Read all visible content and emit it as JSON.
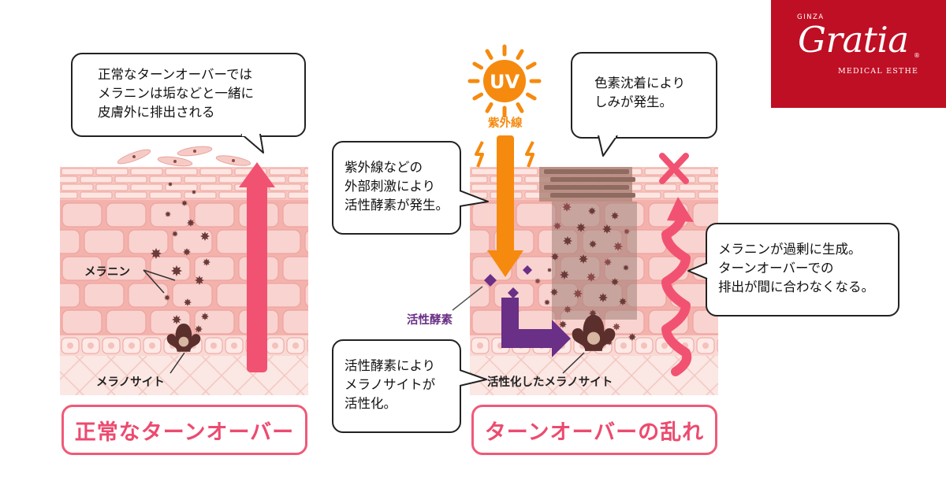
{
  "logo": {
    "small": "GINZA",
    "main": "Gratia",
    "sub": "MEDICAL ESTHE"
  },
  "colors": {
    "skin_top": "#f6c8c2",
    "skin_mid": "#f4b2ad",
    "cell_fill": "#f9d3cf",
    "cell_stroke": "#eea39f",
    "arrow_pink": "#f25272",
    "arrow_orange": "#f58a0f",
    "arrow_purple": "#6a2f86",
    "melanin": "#6b3b39",
    "logo_red": "#bf0f24"
  },
  "left_panel": {
    "bubble_lines": [
      "正常なターンオーバーでは",
      "メラニンは垢などと一緒に",
      "皮膚外に排出される"
    ],
    "melanin_label": "メラニン",
    "melanocyte_label": "メラノサイト",
    "title": "正常なターンオーバー"
  },
  "right_panel": {
    "sun_text": "UV",
    "uv_label": "紫外線",
    "bubble_uv_lines": [
      "紫外線などの",
      "外部刺激により",
      "活性酵素が発生。"
    ],
    "bubble_pigment_lines": [
      "色素沈着により",
      "しみが発生。"
    ],
    "bubble_excess_lines": [
      "メラニンが過剰に生成。",
      "ターンオーバーでの",
      "排出が間に合わなくなる。"
    ],
    "bubble_active_lines": [
      "活性酵素により",
      "メラノサイトが",
      "活性化。"
    ],
    "active_enzyme_label": "活性酵素",
    "activated_melanocyte_label": "活性化したメラノサイト",
    "title": "ターンオーバーの乱れ"
  }
}
